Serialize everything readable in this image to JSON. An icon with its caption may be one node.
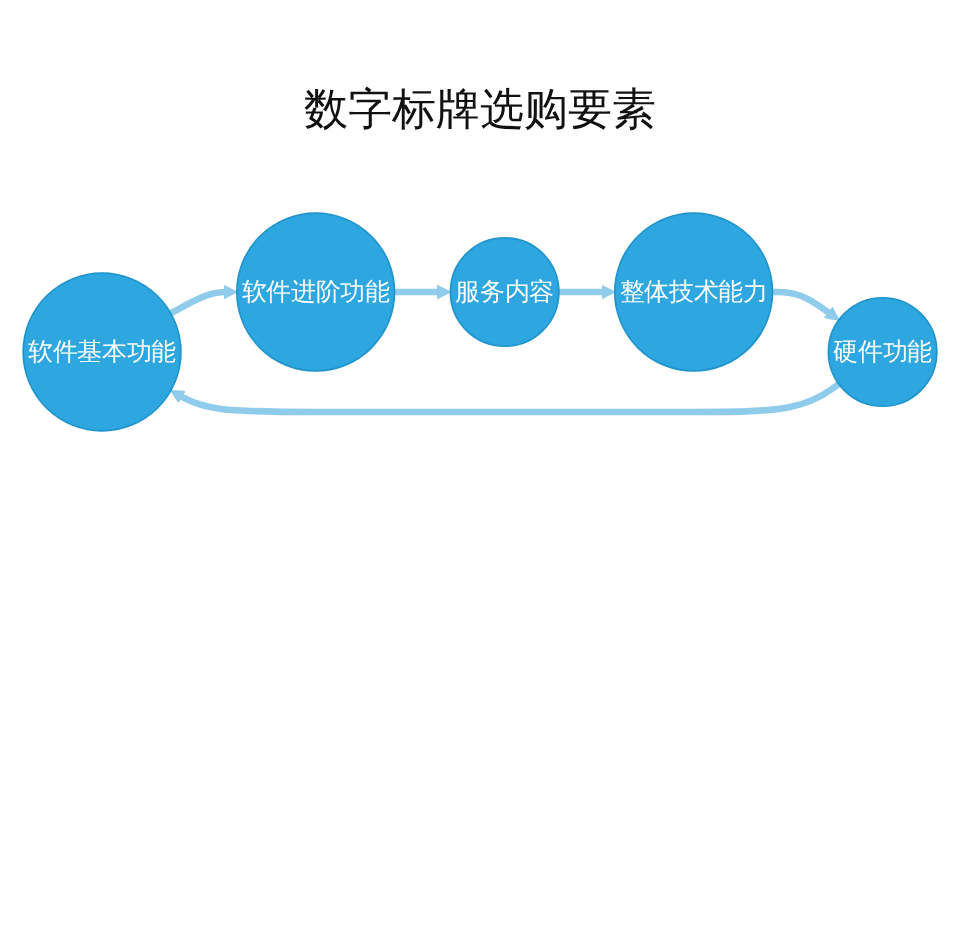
{
  "diagram": {
    "title": "数字标牌选购要素",
    "nodes": [
      {
        "text": [
          "软件基本功能"
        ]
      },
      {
        "text": [
          "软件进阶功能"
        ]
      },
      {
        "text": [
          "服务内容"
        ]
      },
      {
        "text": [
          "整体技术能力"
        ]
      },
      {
        "text": [
          "硬件功能"
        ]
      }
    ],
    "edges": [
      {
        "from": 0,
        "to": 1,
        "arrow": "to"
      },
      {
        "from": 1,
        "to": 2,
        "arrow": "to"
      },
      {
        "from": 2,
        "to": 3,
        "arrow": "to"
      },
      {
        "from": 3,
        "to": 4,
        "arrow": "to"
      },
      {
        "from": 4,
        "to": 0,
        "arrow": "to"
      }
    ]
  }
}
